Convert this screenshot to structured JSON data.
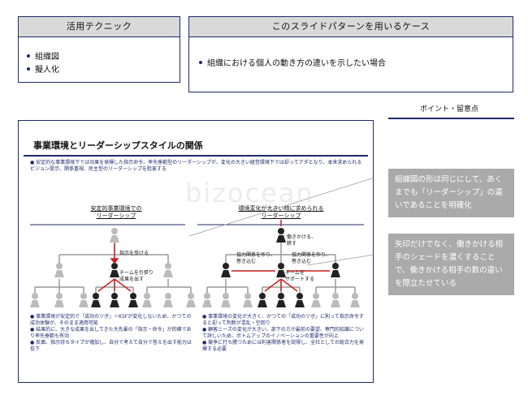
{
  "technique": {
    "header": "活用テクニック",
    "items": [
      "組織図",
      "擬人化"
    ]
  },
  "case": {
    "header": "このスライドパターンを用いるケース",
    "items": [
      "組織における個人の動き方の違いを示したい場合"
    ]
  },
  "points": {
    "header": "ポイント・留意点",
    "notes": [
      "組織図の形は同じにして、あくまでも「リーダーシップ」の違いであることを明確化",
      "矢印だけでなく、働きかける相手のシェードを濃くすることで、働きかける相手の数の違いを際立たせている"
    ]
  },
  "slide": {
    "title": "事業環境とリーダーシップスタイルの関係",
    "intro": "安定的な事業環境下では効果を発揮した指示命令、率先垂範型のリーダーシップが、変化の大きい経営環境下では却ってアダとなり、本来求められるビジョン提示、関係重視、民主型のリーダーシップを阻害する",
    "left_title": "安定的事業環境での\nリーダーシップ",
    "right_title": "環境変化が大きい時に求められる\nリーダーシップ",
    "left_labels": [
      "指示を受ける",
      "チームを引張り\n成果を出す"
    ],
    "right_labels": [
      "働きかける、\n耕す",
      "協力関係を作り、\n巻き込む",
      "協力関係を作り、\n巻き込む",
      "チームを\nサポートする"
    ],
    "left_bullets": [
      "事業環境が安定的で「成功のツボ」＝KSFが変化しないため、かつての成功体験が、そのまま適用可能",
      "結果的に、大きな成果を出してきた大先輩の「指示・命令」が的確であり率先垂範も有効",
      "反面、指示待ちタイプが増加し、自分で考えて自分で答えを出す能力は低下"
    ],
    "right_bullets": [
      "事業環境の変化が大きく、かつての「成功のツボ」に則って指示命令すると却って判断が混乱・空回り",
      "顧客ニーズの変化が大きい、部下の方が最前の要望、専門的知識について詳しいため、ボトムアップのイノベーションの重要性が向上",
      "競争に打ち勝つためには利害関係者を説得し、全社としての総合力を発揮する必要"
    ]
  },
  "watermark": "bizocean"
}
